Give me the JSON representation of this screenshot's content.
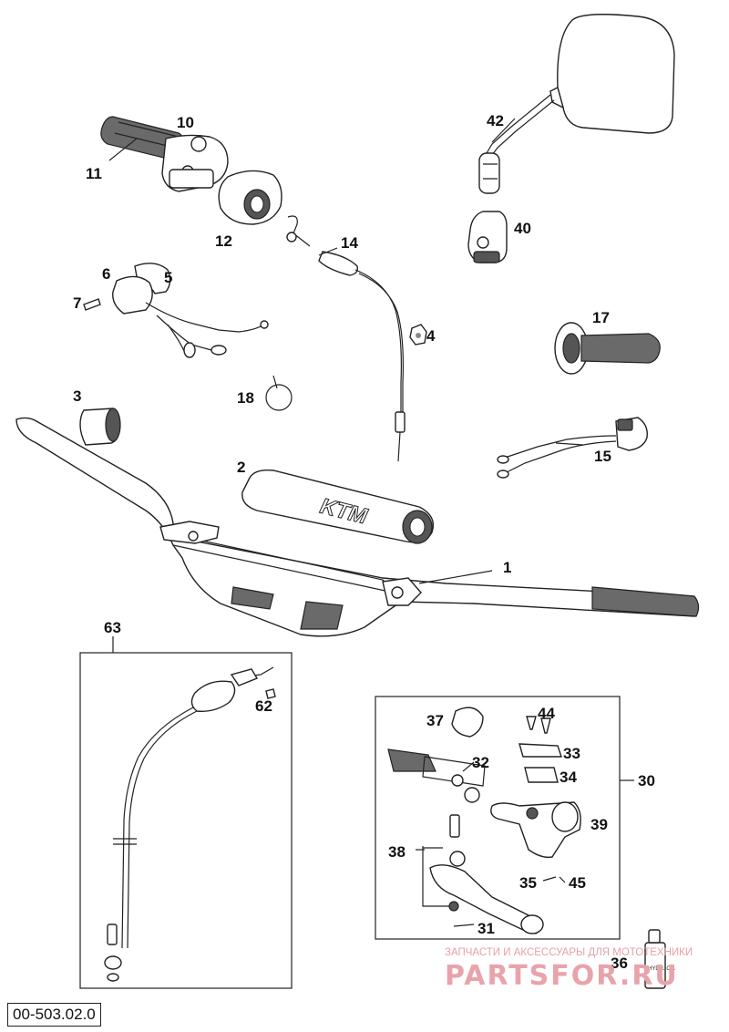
{
  "drawing_code": "00-503.02.0",
  "watermark": {
    "top_text": "ЗАПЧАСТИ И АКСЕССУАРЫ ДЛЯ МОТОТЕХНИКИ",
    "brand_text": "PARTSFOR.RU"
  },
  "parts": {
    "p1": "1",
    "p2": "2",
    "p3": "3",
    "p4": "4",
    "p5": "5",
    "p6": "6",
    "p7": "7",
    "p10": "10",
    "p11": "11",
    "p12": "12",
    "p14": "14",
    "p15": "15",
    "p17": "17",
    "p18": "18",
    "p30": "30",
    "p31": "31",
    "p32": "32",
    "p33": "33",
    "p34": "34",
    "p35": "35",
    "p36": "36",
    "p37": "37",
    "p38": "38",
    "p39": "39",
    "p40": "40",
    "p42": "42",
    "p44": "44",
    "p45": "45",
    "p62": "62",
    "p63": "63"
  },
  "pad_logo": "KTM",
  "oil_label": "HYDR. OIL"
}
